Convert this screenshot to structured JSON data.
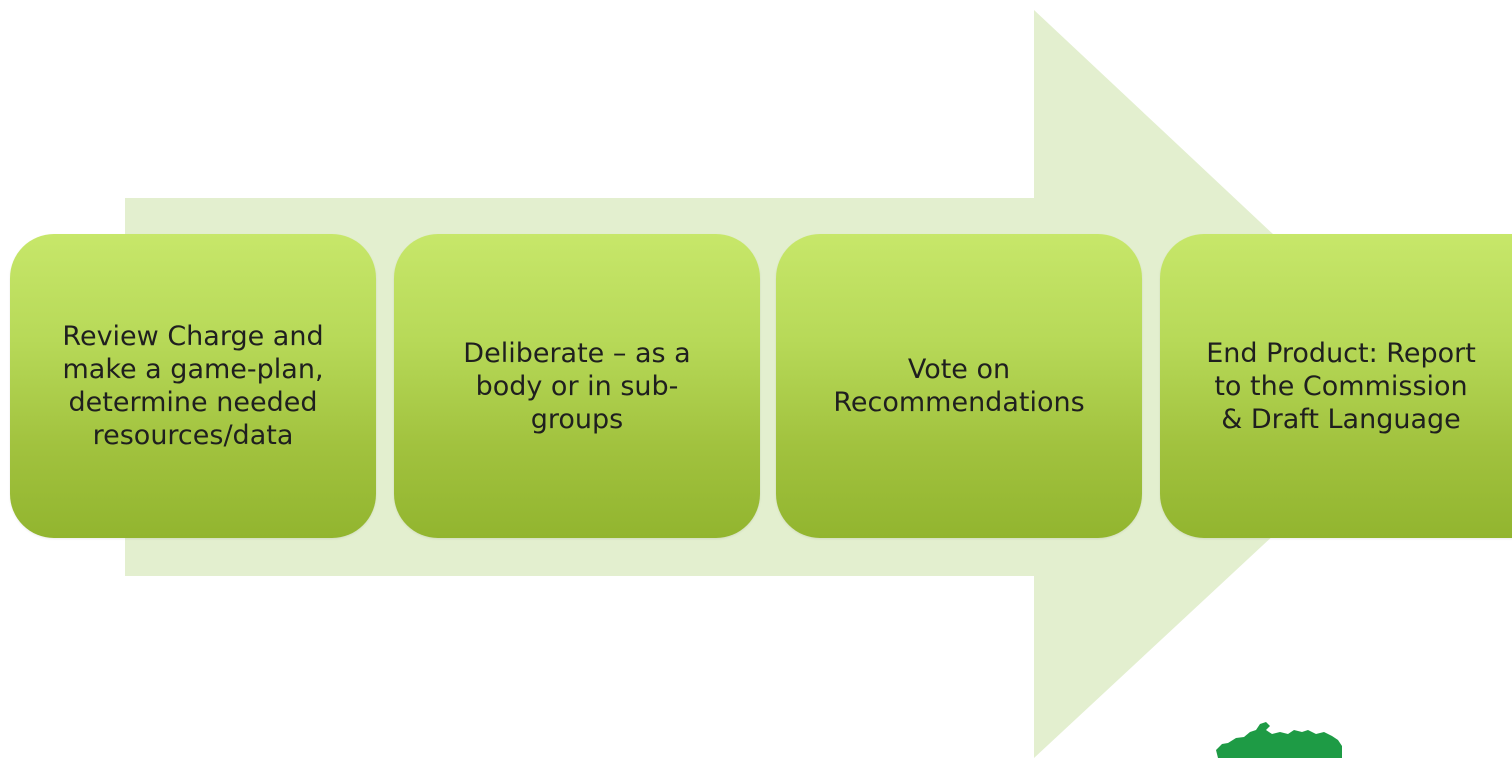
{
  "diagram": {
    "type": "process-arrow",
    "colors": {
      "arrow_fill": "#e3efcf",
      "step_top": "#c7e76a",
      "step_bottom": "#92b52f",
      "text": "#1f1f1f",
      "logo": "#1e9b45"
    },
    "steps": [
      {
        "label": "Review Charge and\nmake a game-plan,\ndetermine needed\nresources/data"
      },
      {
        "label": "Deliberate – as a\nbody or in sub-\ngroups"
      },
      {
        "label": "Vote on\nRecommendations"
      },
      {
        "label": "End Product: Report\nto the Commission\n& Draft Language"
      }
    ],
    "logo_icon": "michigan-upper-peninsula-icon"
  }
}
